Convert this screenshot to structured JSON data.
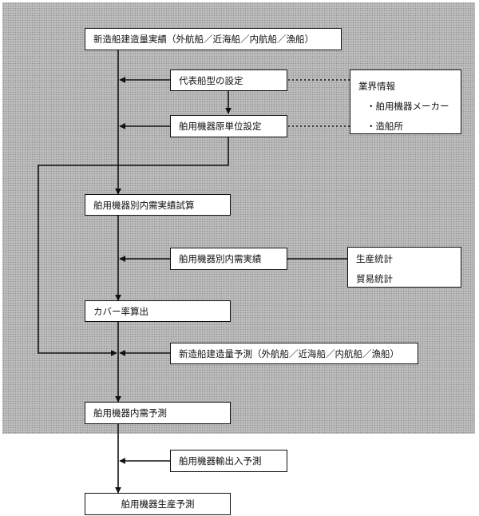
{
  "diagram": {
    "nodes": {
      "shipbuilding_actual": "新造船建造量実績（外航船／近海船／内航船／漁船）",
      "representative_ship_type": "代表船型の設定",
      "equipment_unit_setting": "舶用機器原単位設定",
      "industry_info": {
        "title": "業界情報",
        "items": [
          "・舶用機器メーカー",
          "・造船所"
        ]
      },
      "domestic_demand_estimate": "舶用機器別内需実績試算",
      "domestic_demand_actual": "舶用機器別内需実績",
      "statistics": {
        "items": [
          "生産統計",
          "貿易統計"
        ]
      },
      "coverage_ratio": "カバー率算出",
      "shipbuilding_forecast": "新造船建造量予測（外航船／近海船／内航船／漁船）",
      "domestic_demand_forecast": "舶用機器内需予測",
      "import_export_forecast": "舶用機器輸出入予測",
      "production_forecast": "舶用機器生産予測"
    }
  },
  "colors": {
    "shade": "#bdbdbd",
    "line": "#111111",
    "box": "#ffffff"
  }
}
